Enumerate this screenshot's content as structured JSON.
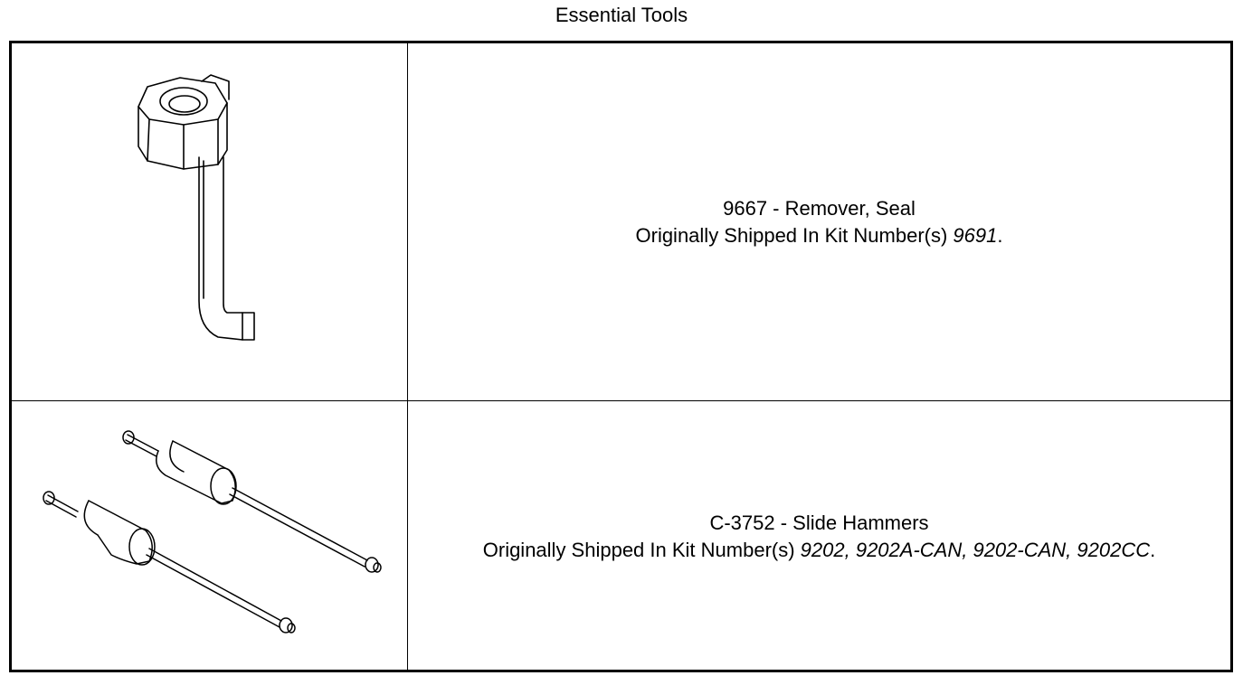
{
  "page": {
    "title": "Essential Tools"
  },
  "tools": [
    {
      "name_line": "9667 - Remover, Seal",
      "shipped_prefix": "Originally Shipped In Kit Number(s) ",
      "kits": "9691",
      "suffix": ".",
      "illustration": "seal-remover-icon"
    },
    {
      "name_line": "C-3752 - Slide Hammers",
      "shipped_prefix": "Originally Shipped In Kit Number(s) ",
      "kits": "9202, 9202A-CAN, 9202-CAN, 9202CC",
      "suffix": ".",
      "illustration": "slide-hammers-icon"
    }
  ]
}
